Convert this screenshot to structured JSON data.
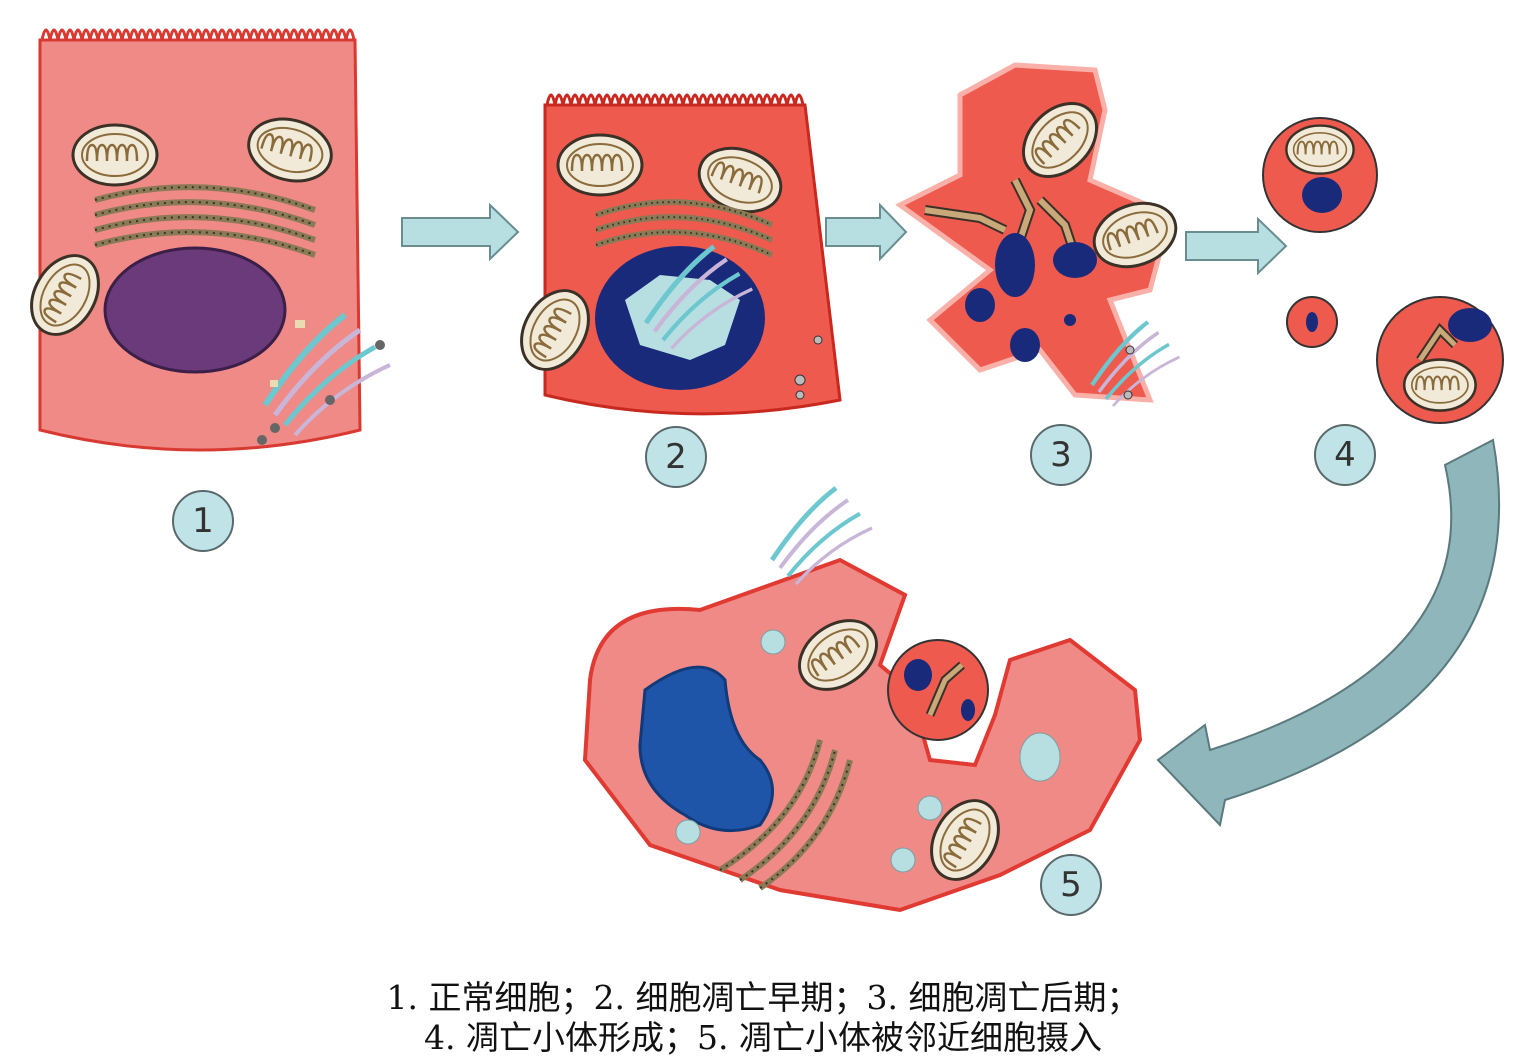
{
  "stages": [
    {
      "number": "1"
    },
    {
      "number": "2"
    },
    {
      "number": "3"
    },
    {
      "number": "4"
    },
    {
      "number": "5"
    }
  ],
  "caption": {
    "line1": "1. 正常细胞；2. 细胞凋亡早期；3. 细胞凋亡后期；",
    "line2": "4. 凋亡小体形成；5. 凋亡小体被邻近细胞摄入"
  },
  "colors": {
    "cell_normal": "#f08a86",
    "cell_apoptotic": "#ef5a4f",
    "nucleus_normal": "#6b3a7a",
    "nucleus_condensed": "#1a2a7a",
    "nucleus_phagocyte": "#1f55a8",
    "arrow": "#b7dfe2",
    "badge": "#bfe3e6"
  }
}
